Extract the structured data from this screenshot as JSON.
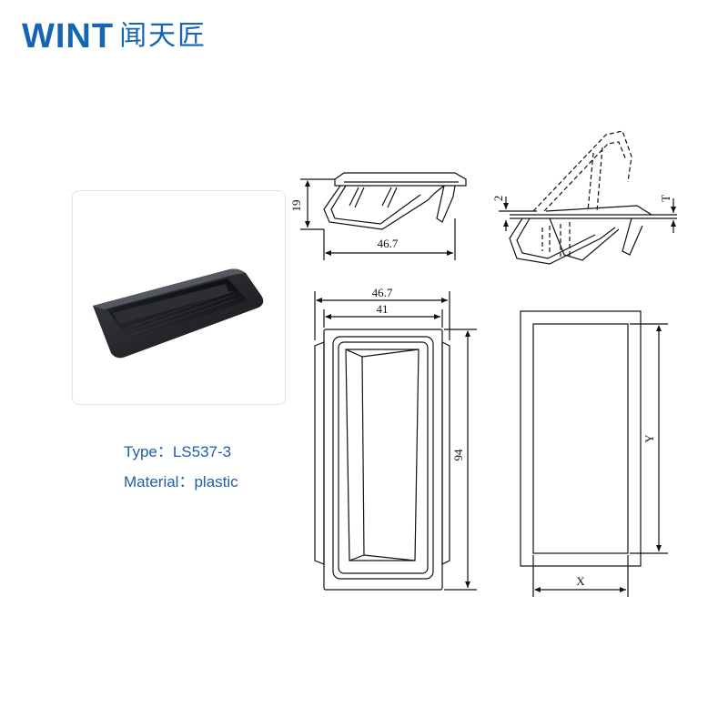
{
  "brand": {
    "wordmark": "WINT",
    "chinese_name": "闻天匠",
    "color": "#1565b4"
  },
  "product": {
    "type_line": "Type：LS537-3",
    "material_line": "Material：plastic",
    "text_color": "#1d5fa8"
  },
  "side_view": {
    "height_label": "19",
    "width_label": "46.7"
  },
  "angled_view": {
    "flange_label": "2",
    "thickness_label": "T"
  },
  "top_view": {
    "outer_width_label": "46.7",
    "inner_width_label": "41",
    "height_label": "94"
  },
  "cutout_view": {
    "width_label": "X",
    "height_label": "Y"
  }
}
